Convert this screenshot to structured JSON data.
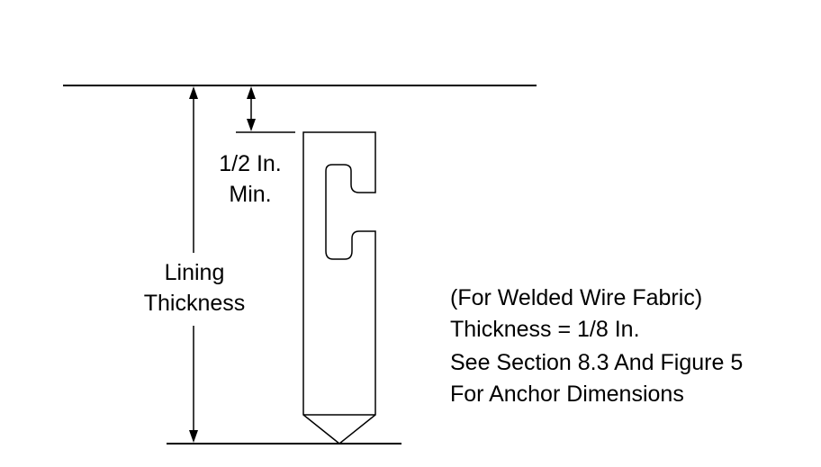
{
  "labels": {
    "min_distance_line1": "1/2 In.",
    "min_distance_line2": "Min.",
    "lining_line1": "Lining",
    "lining_line2": "Thickness"
  },
  "note": {
    "line1": "(For Welded Wire Fabric)",
    "line2": "Thickness = 1/8 In.",
    "line3": "See Section 8.3 And Figure 5",
    "line4": "For Anchor Dimensions"
  },
  "colors": {
    "stroke": "#000000",
    "background": "#ffffff"
  }
}
